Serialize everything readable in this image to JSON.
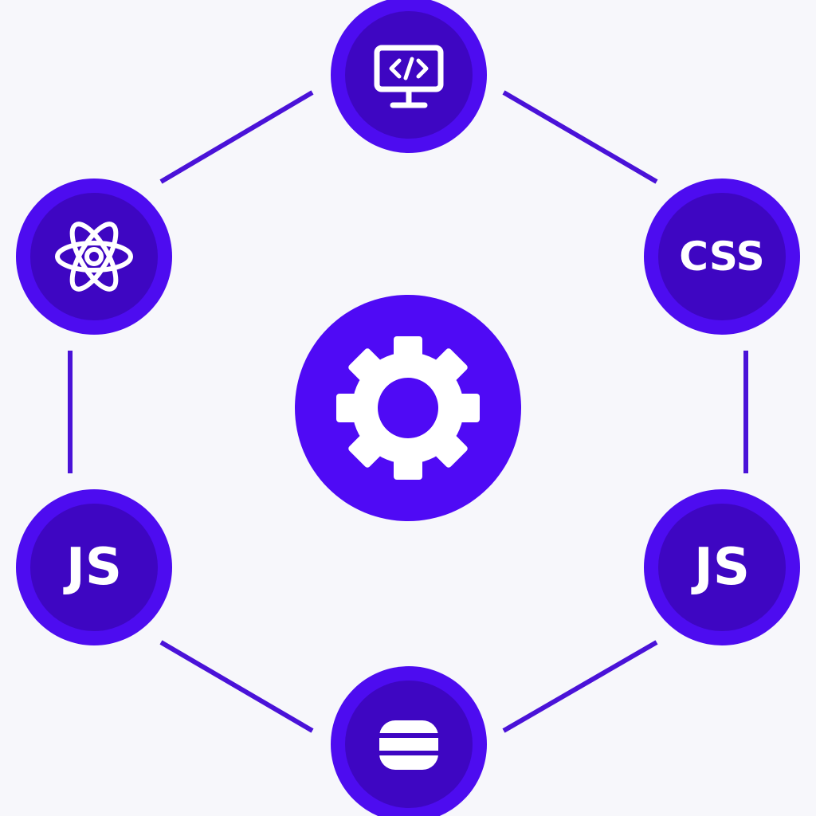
{
  "colors": {
    "background": "#f7f7fb",
    "ring": "#4d0cf0",
    "inner": "#3e06c2",
    "hub": "#4f0af5",
    "connector": "#4a12d8",
    "icon": "#ffffff"
  },
  "hub": {
    "icon": "gear-icon"
  },
  "nodes": [
    {
      "id": "top",
      "icon": "code-monitor-icon",
      "label": ""
    },
    {
      "id": "upper-right",
      "icon": "",
      "label": "CSS"
    },
    {
      "id": "lower-right",
      "icon": "",
      "label": "JS"
    },
    {
      "id": "bottom",
      "icon": "database-icon",
      "label": ""
    },
    {
      "id": "lower-left",
      "icon": "",
      "label": "JS"
    },
    {
      "id": "upper-left",
      "icon": "atom-icon",
      "label": ""
    }
  ]
}
